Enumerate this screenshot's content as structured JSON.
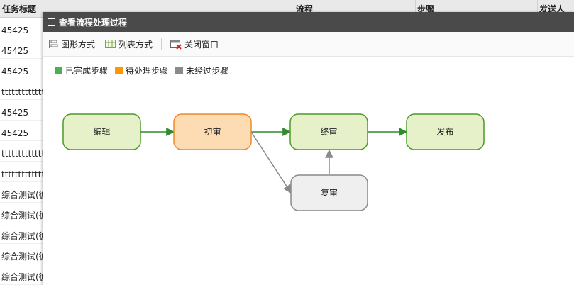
{
  "background_table": {
    "columns": [
      "任务标题",
      "流程",
      "步骤",
      "发送人"
    ],
    "rows": [
      "45425",
      "45425",
      "45425",
      "tttttttttttttttt",
      "45425",
      "45425",
      "tttttttttttttttt",
      "tttttttttttttttt",
      "综合测试(彼",
      "综合测试(彼",
      "综合测试(彼",
      "综合测试(彼",
      "综合测试(彼"
    ]
  },
  "dialog": {
    "title": "查看流程处理过程",
    "toolbar": {
      "graph_view": "图形方式",
      "list_view": "列表方式",
      "close": "关闭窗口"
    },
    "legend": [
      {
        "label": "已完成步骤",
        "color": "#4caf50"
      },
      {
        "label": "待处理步骤",
        "color": "#ff9800"
      },
      {
        "label": "未经过步骤",
        "color": "#8a8a8a"
      }
    ],
    "flow": {
      "nodes": [
        {
          "id": "edit",
          "label": "编辑",
          "status": "completed"
        },
        {
          "id": "first",
          "label": "初审",
          "status": "pending"
        },
        {
          "id": "final",
          "label": "终审",
          "status": "completed"
        },
        {
          "id": "publish",
          "label": "发布",
          "status": "completed"
        },
        {
          "id": "recheck",
          "label": "复审",
          "status": "not_passed"
        }
      ],
      "edges": [
        {
          "from": "edit",
          "to": "first",
          "status": "completed"
        },
        {
          "from": "first",
          "to": "final",
          "status": "completed"
        },
        {
          "from": "final",
          "to": "publish",
          "status": "completed"
        },
        {
          "from": "first",
          "to": "recheck",
          "status": "not_passed"
        },
        {
          "from": "recheck",
          "to": "final",
          "status": "not_passed"
        }
      ]
    }
  }
}
